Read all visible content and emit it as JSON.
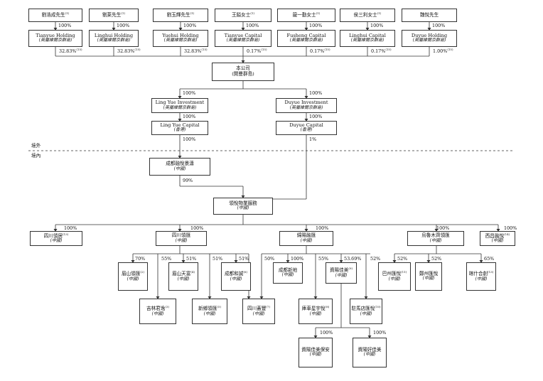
{
  "shareholders": [
    {
      "name": "劉浩成先生",
      "sup": "(1)",
      "holding": "Tianyue Holding",
      "holding_sub": "(英屬維爾京群島)",
      "pct": "100%",
      "stake": "32.83%",
      "stake_sup": "(15)"
    },
    {
      "name": "劉萊先生",
      "sup": "(1)",
      "holding": "Linghui Holding",
      "holding_sub": "(英屬維爾京群島)",
      "pct": "100%",
      "stake": "32.83%",
      "stake_sup": "(15)"
    },
    {
      "name": "劉玉輝先生",
      "sup": "(1)",
      "holding": "Yuehui Holding",
      "holding_sub": "(英屬維爾京群島)",
      "pct": "100%",
      "stake": "32.83%",
      "stake_sup": "(15)"
    },
    {
      "name": "王鎰女士",
      "sup": "(1)",
      "holding": "Tianyue Capital",
      "holding_sub": "(英屬維爾京群島)",
      "pct": "100%",
      "stake": "0.17%",
      "stake_sup": "(15)"
    },
    {
      "name": "龍一勤女士",
      "sup": "(1)",
      "holding": "Fusheng Capital",
      "holding_sub": "(英屬維爾京群島)",
      "pct": "100%",
      "stake": "0.17%",
      "stake_sup": "(15)"
    },
    {
      "name": "侯三利女士",
      "sup": "(1)",
      "holding": "Linghui Capital",
      "holding_sub": "(英屬維爾京群島)",
      "pct": "100%",
      "stake": "0.17%",
      "stake_sup": "(15)"
    },
    {
      "name": "魏悅先生",
      "sup": "",
      "holding": "Duyue Holding",
      "holding_sub": "(英屬維爾京群島)",
      "pct": "100%",
      "stake": "1.00%",
      "stake_sup": "(15)"
    }
  ],
  "company": {
    "name": "本公司",
    "sub": "(開曼群島)"
  },
  "ling_yue_investment": {
    "name": "Ling Yue Investment",
    "sub": "(英屬維爾京群島)",
    "pct": "100%"
  },
  "duyue_investment": {
    "name": "Duyue Investment",
    "sub": "(英屬維爾京群島)",
    "pct": "100%"
  },
  "ling_yue_capital": {
    "name": "Ling Yue Capital",
    "sub": "(香港)",
    "pct": "100%"
  },
  "duyue_capital": {
    "name": "Duyue Capital",
    "sub": "(香港)",
    "pct": "100%"
  },
  "ling_yue_capital_stake": "100%",
  "duyue_capital_stake": "1%",
  "region_offshore": "境外",
  "region_onshore": "境內",
  "chengdu_rongyue": {
    "name": "成都融悅景濤",
    "sub": "(中國)",
    "pct": "99%"
  },
  "lingyue_services": {
    "name": "領悅物業服務",
    "sub": "(中國)"
  },
  "level1": [
    {
      "name": "四川領居",
      "sup": "(13)",
      "sub": "(中國)",
      "pct": "100%"
    },
    {
      "name": "四川領匯",
      "sup": "",
      "sub": "(中國)",
      "pct": "100%"
    },
    {
      "name": "綿陽融匯",
      "sup": "",
      "sub": "(中國)",
      "pct": "100%"
    },
    {
      "name": "烏魯木齊領匯",
      "sup": "",
      "sub": "(中國)",
      "pct": "100%"
    },
    {
      "name": "西昌融悅",
      "sup": "(14)",
      "sub": "(中國)",
      "pct": "100%"
    }
  ],
  "sichuan_subs": [
    {
      "name": "眉山領匯",
      "sup": "(2)",
      "sub": "(中國)",
      "pct": "70%"
    },
    {
      "name": "吉林君逸",
      "sup": "(3)",
      "sub": "(中國)",
      "pct": "55%"
    },
    {
      "name": "眉山天富",
      "sup": "(4)",
      "sub": "(中國)",
      "pct": "51%"
    },
    {
      "name": "新鄉領匯",
      "sup": "(5)",
      "sub": "(中國)",
      "pct": "51%"
    },
    {
      "name": "成都和誠",
      "sup": "(6)",
      "sub": "(中國)",
      "pct": "51%"
    },
    {
      "name": "四川蓋豐",
      "sup": "(7)",
      "sub": "(中國)",
      "pct": "50%"
    }
  ],
  "mianyang_subs": [
    {
      "name": "成都新地",
      "sup": "",
      "sub": "(中國)",
      "pct": "100%"
    },
    {
      "name": "庫車星宇悅",
      "sup": "(8)",
      "sub": "(中國)",
      "pct": "55%"
    },
    {
      "name": "資陽佳美",
      "sup": "(9)",
      "sub": "(中國)",
      "pct": "53.69%"
    },
    {
      "name": "駐馬店匯悅",
      "sup": "(10)",
      "sub": "(中國)",
      "pct": "52%"
    }
  ],
  "urumqi_subs": [
    {
      "name": "巴州匯悅",
      "sup": "(11)",
      "sub": "(中國)",
      "pct": "52%"
    },
    {
      "name": "鄭州匯悅",
      "sup": "(12)",
      "sub": "(中國)",
      "pct": "52%"
    },
    {
      "name": "喀什合創",
      "sup": "(13)",
      "sub": "(中國)",
      "pct": "65%"
    }
  ],
  "ziyang_subs": [
    {
      "name": "資陽佳美保安",
      "sub": "(中國)",
      "pct": "100%"
    },
    {
      "name": "資陽好佳美",
      "sub": "(中國)",
      "pct": "100%"
    }
  ]
}
